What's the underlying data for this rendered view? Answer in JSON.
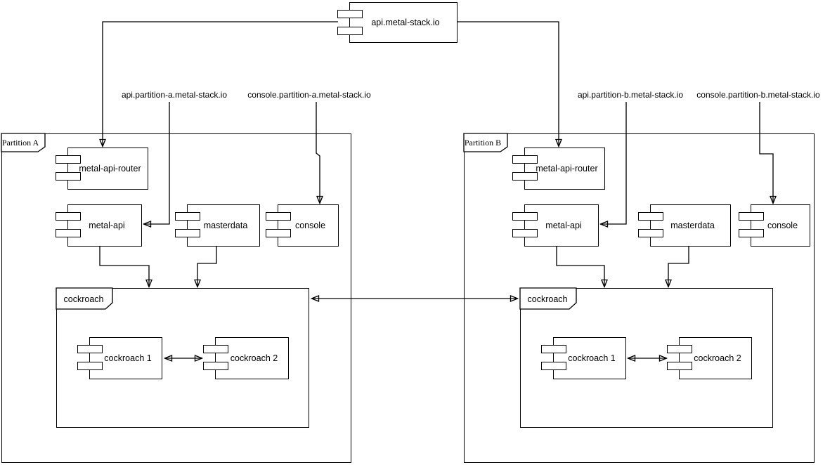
{
  "colors": {
    "stroke": "#000000",
    "canvas_background": "#ffffff",
    "text": "#000000"
  },
  "root_component": {
    "label": "api.metal-stack.io"
  },
  "dns_labels": {
    "api_a": "api.partition-a.metal-stack.io",
    "console_a": "console.partition-a.metal-stack.io",
    "api_b": "api.partition-b.metal-stack.io",
    "console_b": "console.partition-b.metal-stack.io"
  },
  "partitions": [
    {
      "label": "Partition A",
      "components": {
        "router": "metal-api-router",
        "api": "metal-api",
        "masterdata": "masterdata",
        "console": "console"
      },
      "cockroach": {
        "label": "cockroach",
        "node1": "cockroach 1",
        "node2": "cockroach 2"
      }
    },
    {
      "label": "Partition B",
      "components": {
        "router": "metal-api-router",
        "api": "metal-api",
        "masterdata": "masterdata",
        "console": "console"
      },
      "cockroach": {
        "label": "cockroach",
        "node1": "cockroach 1",
        "node2": "cockroach 2"
      }
    }
  ]
}
